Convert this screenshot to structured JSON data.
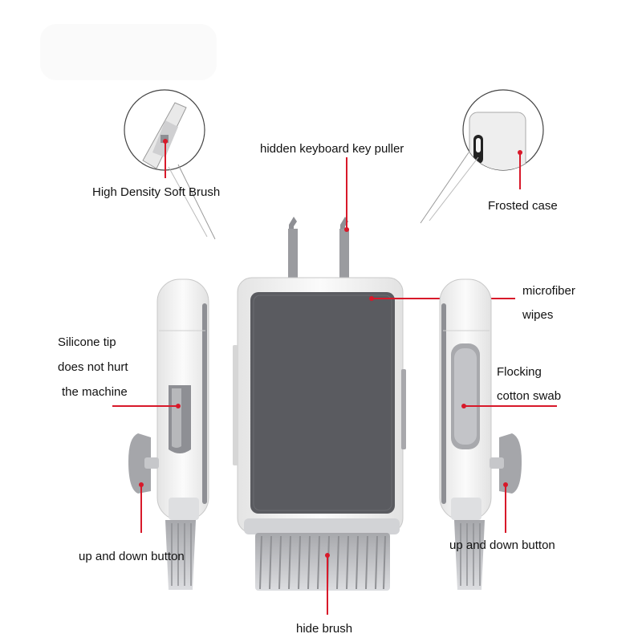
{
  "labels": {
    "key_puller": "hidden keyboard key puller",
    "soft_brush": "High Density Soft Brush",
    "frosted_case": "Frosted case",
    "microfiber_1": "microfiber",
    "microfiber_2": "wipes",
    "silicone_1": "Silicone tip",
    "silicone_2": "does not hurt",
    "silicone_3": "the machine",
    "flocking_1": "Flocking",
    "flocking_2": "cotton swab",
    "updown_left": "up and down button",
    "updown_right": "up and down button",
    "hide_brush": "hide brush"
  },
  "colors": {
    "pointer": "#d8192a",
    "body": "#f4f4f4",
    "wipe": "#5a5b60",
    "accent_gray": "#8e8f94",
    "bristle": "#c9cacd"
  }
}
